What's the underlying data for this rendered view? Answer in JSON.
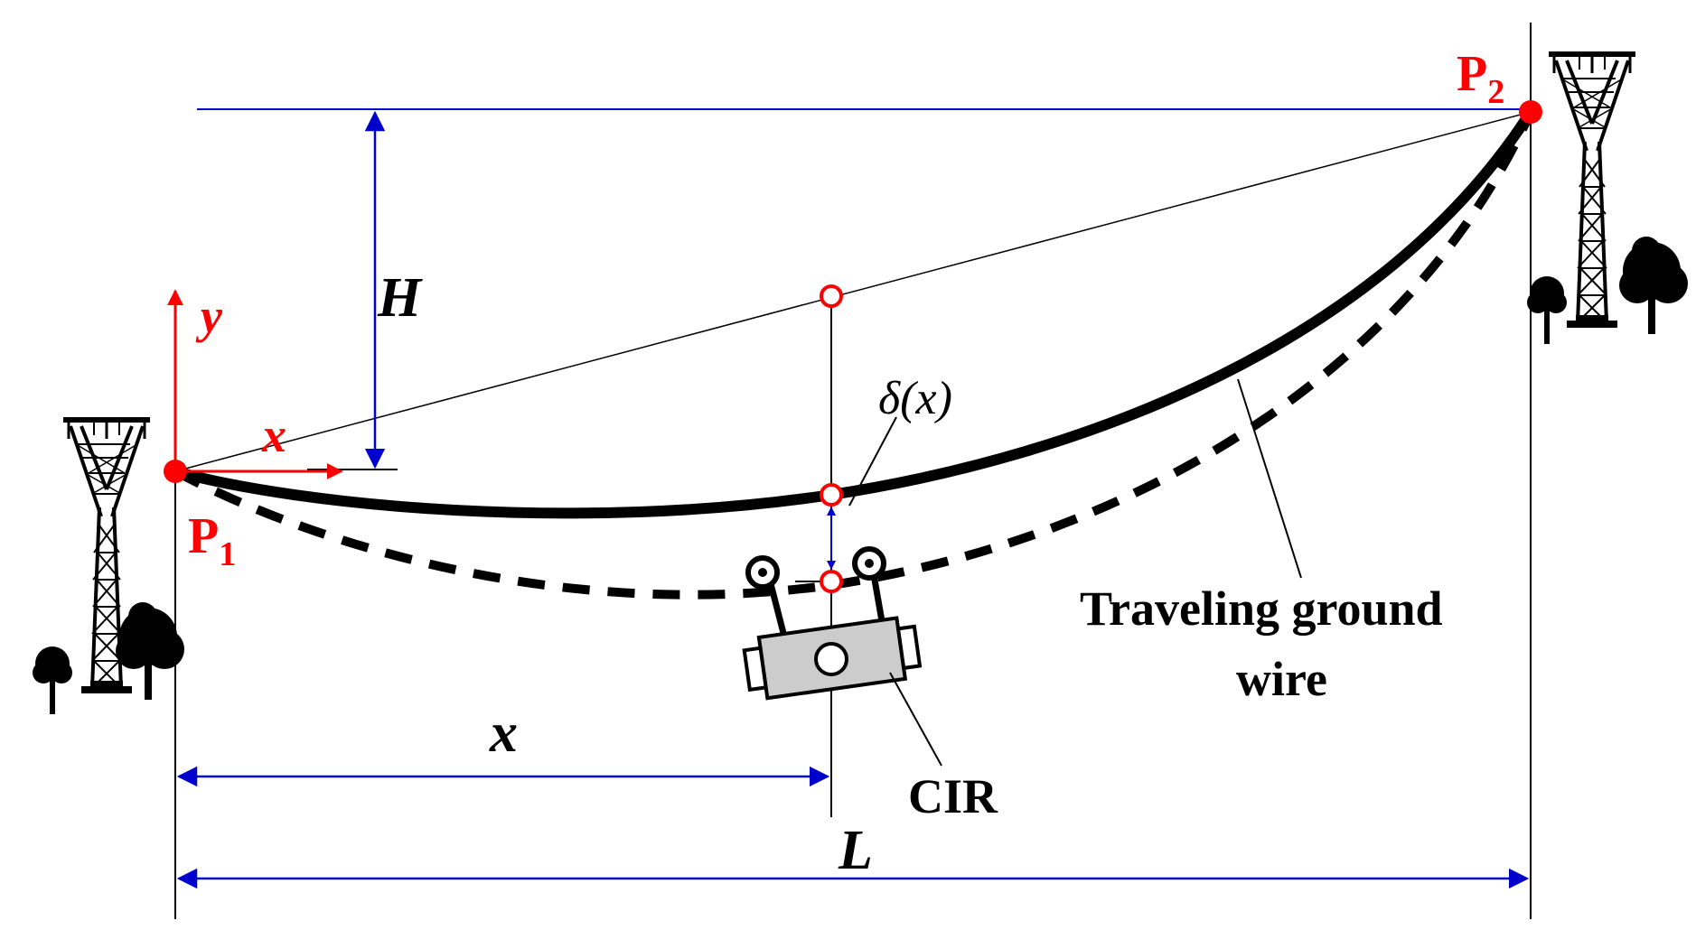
{
  "labels": {
    "p1_main": "P",
    "p1_sub": "1",
    "p2_main": "P",
    "p2_sub": "2",
    "axis_y": "y",
    "axis_x": "x",
    "height": "H",
    "delta": "δ(x)",
    "distance_x": "x",
    "span": "L",
    "ground_wire_line1": "Traveling ground",
    "ground_wire_line2": "wire",
    "robot": "CIR"
  },
  "colors": {
    "point": "#ff0000",
    "dimension": "#0000cc",
    "cable": "#000000",
    "robot_body": "#cccccc"
  },
  "icons": {
    "tower": "transmission-tower-icon",
    "tree": "tree-icon",
    "robot": "cable-inspection-robot-icon"
  }
}
